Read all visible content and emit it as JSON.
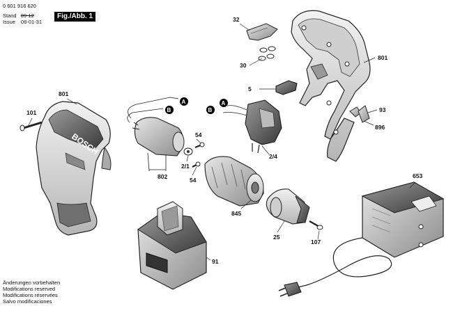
{
  "header": {
    "doc_number": "0 601 916 620",
    "stand_label": "Stand",
    "stand_value": "09-12",
    "issue_label": "Issue",
    "issue_value": "06-01-31",
    "figure_label": "Fig./Abb. 1"
  },
  "footer": {
    "lines": [
      "Änderungen vorbehalten",
      "Modifications reserved",
      "Modifications réservées",
      "Salvo modificaciones"
    ]
  },
  "brand": "BOSCH",
  "parts": {
    "p32": "32",
    "p30": "30",
    "p5": "5",
    "p801_top": "801",
    "p93": "93",
    "p896": "896",
    "p801_left": "801",
    "p101": "101",
    "p54_upper": "54",
    "p2_1": "2/1",
    "p54_lower": "54",
    "p802": "802",
    "p2_4": "2/4",
    "p845": "845",
    "p25": "25",
    "p107": "107",
    "p653": "653",
    "p91": "91"
  },
  "markers": {
    "a_upper": "A",
    "b_upper": "B",
    "a_lower": "A",
    "b_lower": "B"
  }
}
